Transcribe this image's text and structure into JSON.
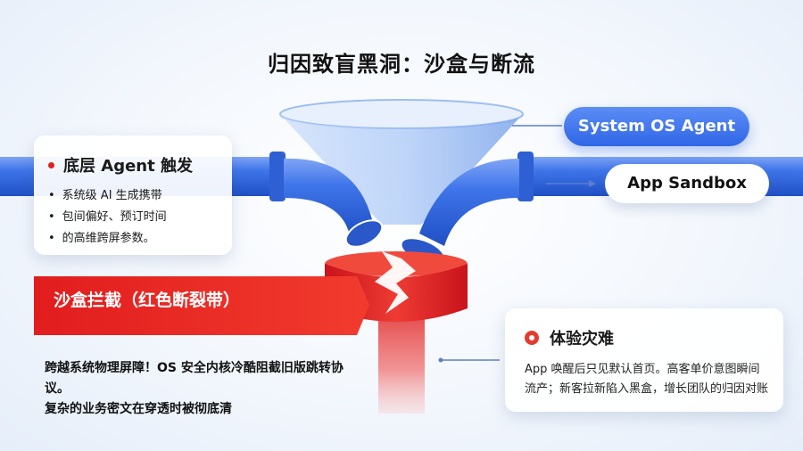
{
  "title": "归因致盲黑洞：沙盒与断流",
  "left_card": {
    "heading": "底层 Agent 触发",
    "items": [
      "系统级 AI 生成携带",
      "包间偏好、预订时间",
      "的高维跨屏参数。"
    ]
  },
  "pill_os": "System OS Agent",
  "pill_sandbox": "App Sandbox",
  "red_banner": {
    "label": "沙盒拦截（红色断裂带）"
  },
  "bottom_text": {
    "line1": "跨越系统物理屏障！OS 安全内核冷酷阻截旧版跳转协议。",
    "line2": "复杂的业务密文在穿透时被彻底清"
  },
  "right_card": {
    "heading": "体验灾难",
    "body": "App 唤醒后只见默认首页。高客单价意图瞬间流产；新客拉新陷入黑盒，增长团队的归因对账"
  },
  "colors": {
    "blue": "#2f66e6",
    "red": "#e32626",
    "pipe_blue": "#3a72e8"
  }
}
